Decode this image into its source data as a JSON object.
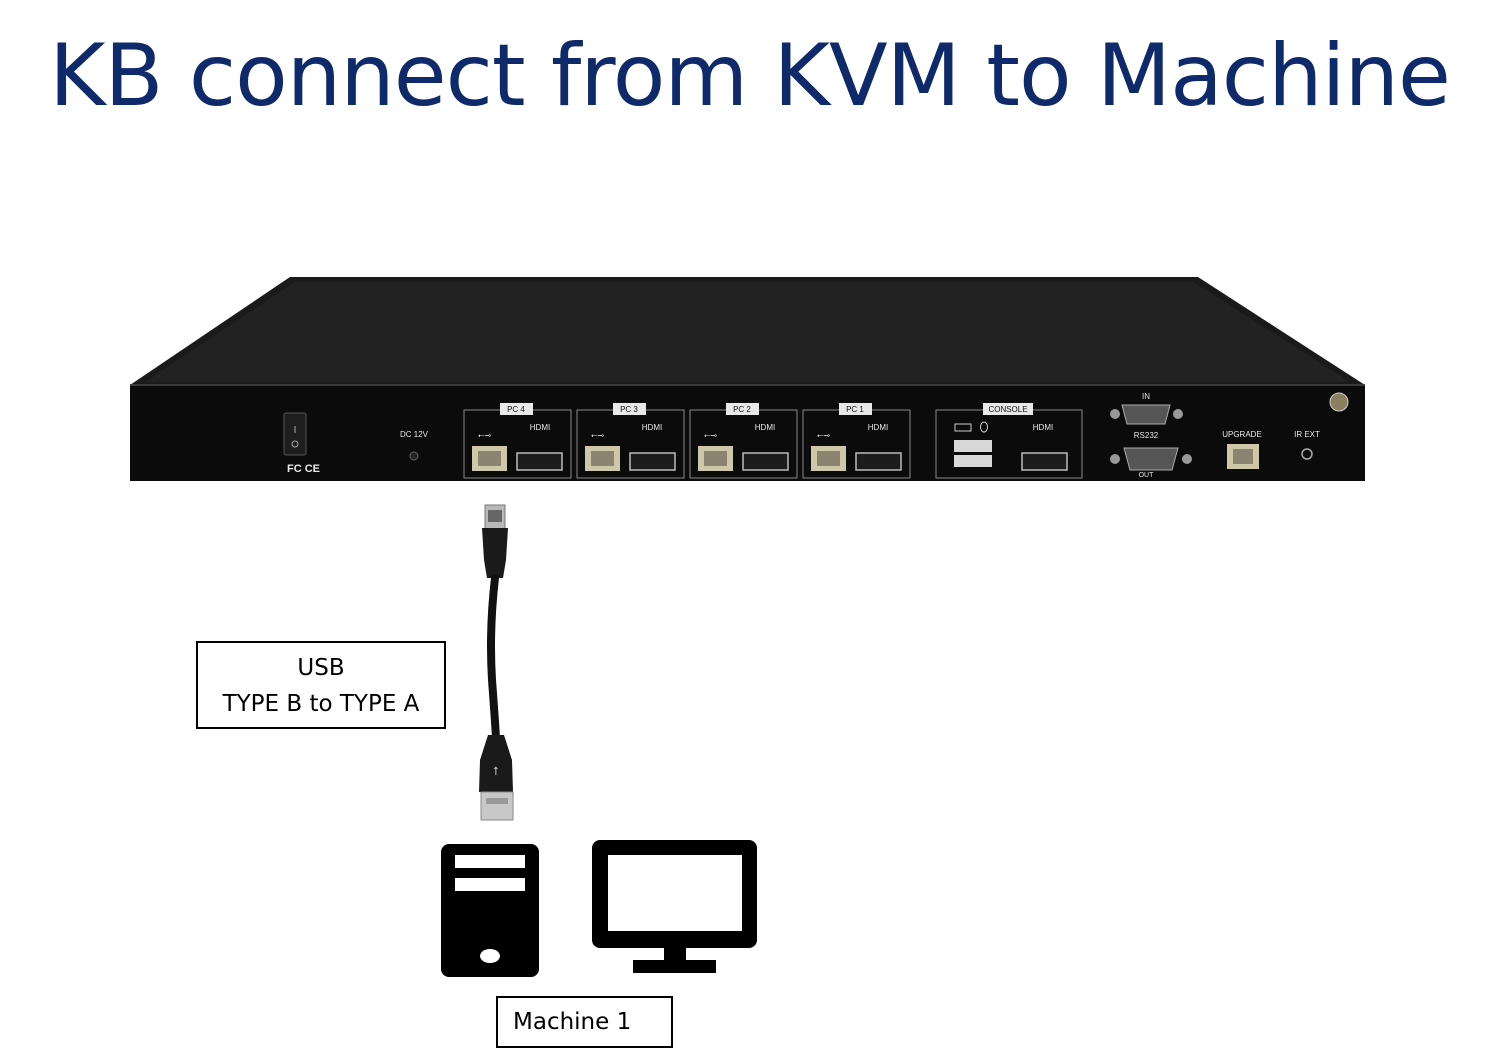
{
  "title": "KB connect from KVM to Machine",
  "kvm_panel": {
    "power_marks": "FC CE",
    "dc_label": "DC 12V",
    "ports": [
      {
        "label": "PC 4",
        "usb": "USB",
        "hdmi": "HDMI"
      },
      {
        "label": "PC 3",
        "usb": "USB",
        "hdmi": "HDMI"
      },
      {
        "label": "PC 2",
        "usb": "USB",
        "hdmi": "HDMI"
      },
      {
        "label": "PC 1",
        "usb": "USB",
        "hdmi": "HDMI"
      }
    ],
    "console": {
      "label": "CONSOLE",
      "hdmi": "HDMI"
    },
    "rs232": {
      "in": "IN",
      "label": "RS232",
      "out": "OUT"
    },
    "upgrade_label": "UPGRADE",
    "ir_label": "IR EXT"
  },
  "cable_label": {
    "line1": "USB",
    "line2": "TYPE B to TYPE A"
  },
  "machine_label": "Machine 1",
  "icons": {
    "tower": "computer-tower-icon",
    "monitor": "monitor-icon"
  },
  "colors": {
    "title": "#0f2a6b",
    "device": "#0b0b0b"
  }
}
